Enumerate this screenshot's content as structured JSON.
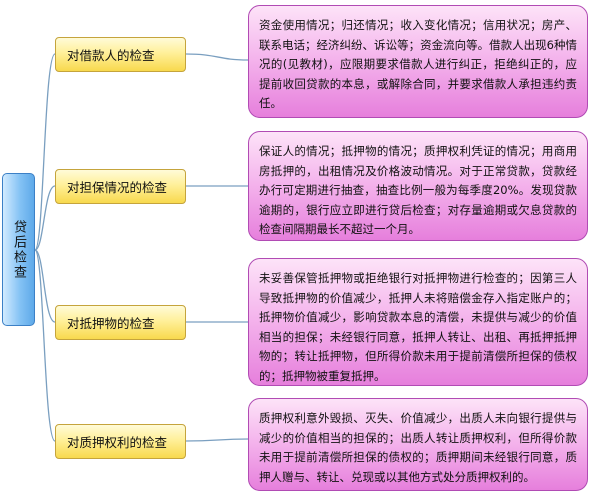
{
  "root": {
    "label": "贷后检查"
  },
  "branches": [
    {
      "topic": "对借款人的检查",
      "detail": "资金使用情况；归还情况；收入变化情况；信用状况；房产、联系电话；经济纠纷、诉讼等；资金流向等。借款人出现6种情况的(见教材)，应限期要求借款人进行纠正，拒绝纠正的，应提前收回贷款的本息，或解除合同，并要求借款人承担违约责任。"
    },
    {
      "topic": "对担保情况的检查",
      "detail": "保证人的情况；抵押物的情况；质押权利凭证的情况；用商用房抵押的，出租情况及价格波动情况。对于正常贷款，贷款经办行可定期进行抽查，抽查比例一般为每季度20%。发现贷款逾期的，银行应立即进行贷后检查；对存量逾期或欠息贷款的检查间隔期最长不超过一个月。"
    },
    {
      "topic": "对抵押物的检查",
      "detail": "未妥善保管抵押物或拒绝银行对抵押物进行检查的；因第三人导致抵押物的价值减少，抵押人未将赔偿金存入指定账户的；抵押物价值减少，影响贷款本息的清偿，未提供与减少的价值相当的担保；未经银行同意，抵押人转让、出租、再抵押抵押物的；转让抵押物，但所得价款未用于提前清偿所担保的债权的；抵押物被重复抵押。"
    },
    {
      "topic": "对质押权利的检查",
      "detail": "质押权利意外毁损、灭失、价值减少，出质人未向银行提供与减少的价值相当的担保的；出质人转让质押权利，但所得价款未用于提前清偿所担保的债权的；质押期间未经银行同意，质押人赠与、转让、兑现或以其他方式处分质押权利的。"
    }
  ]
}
